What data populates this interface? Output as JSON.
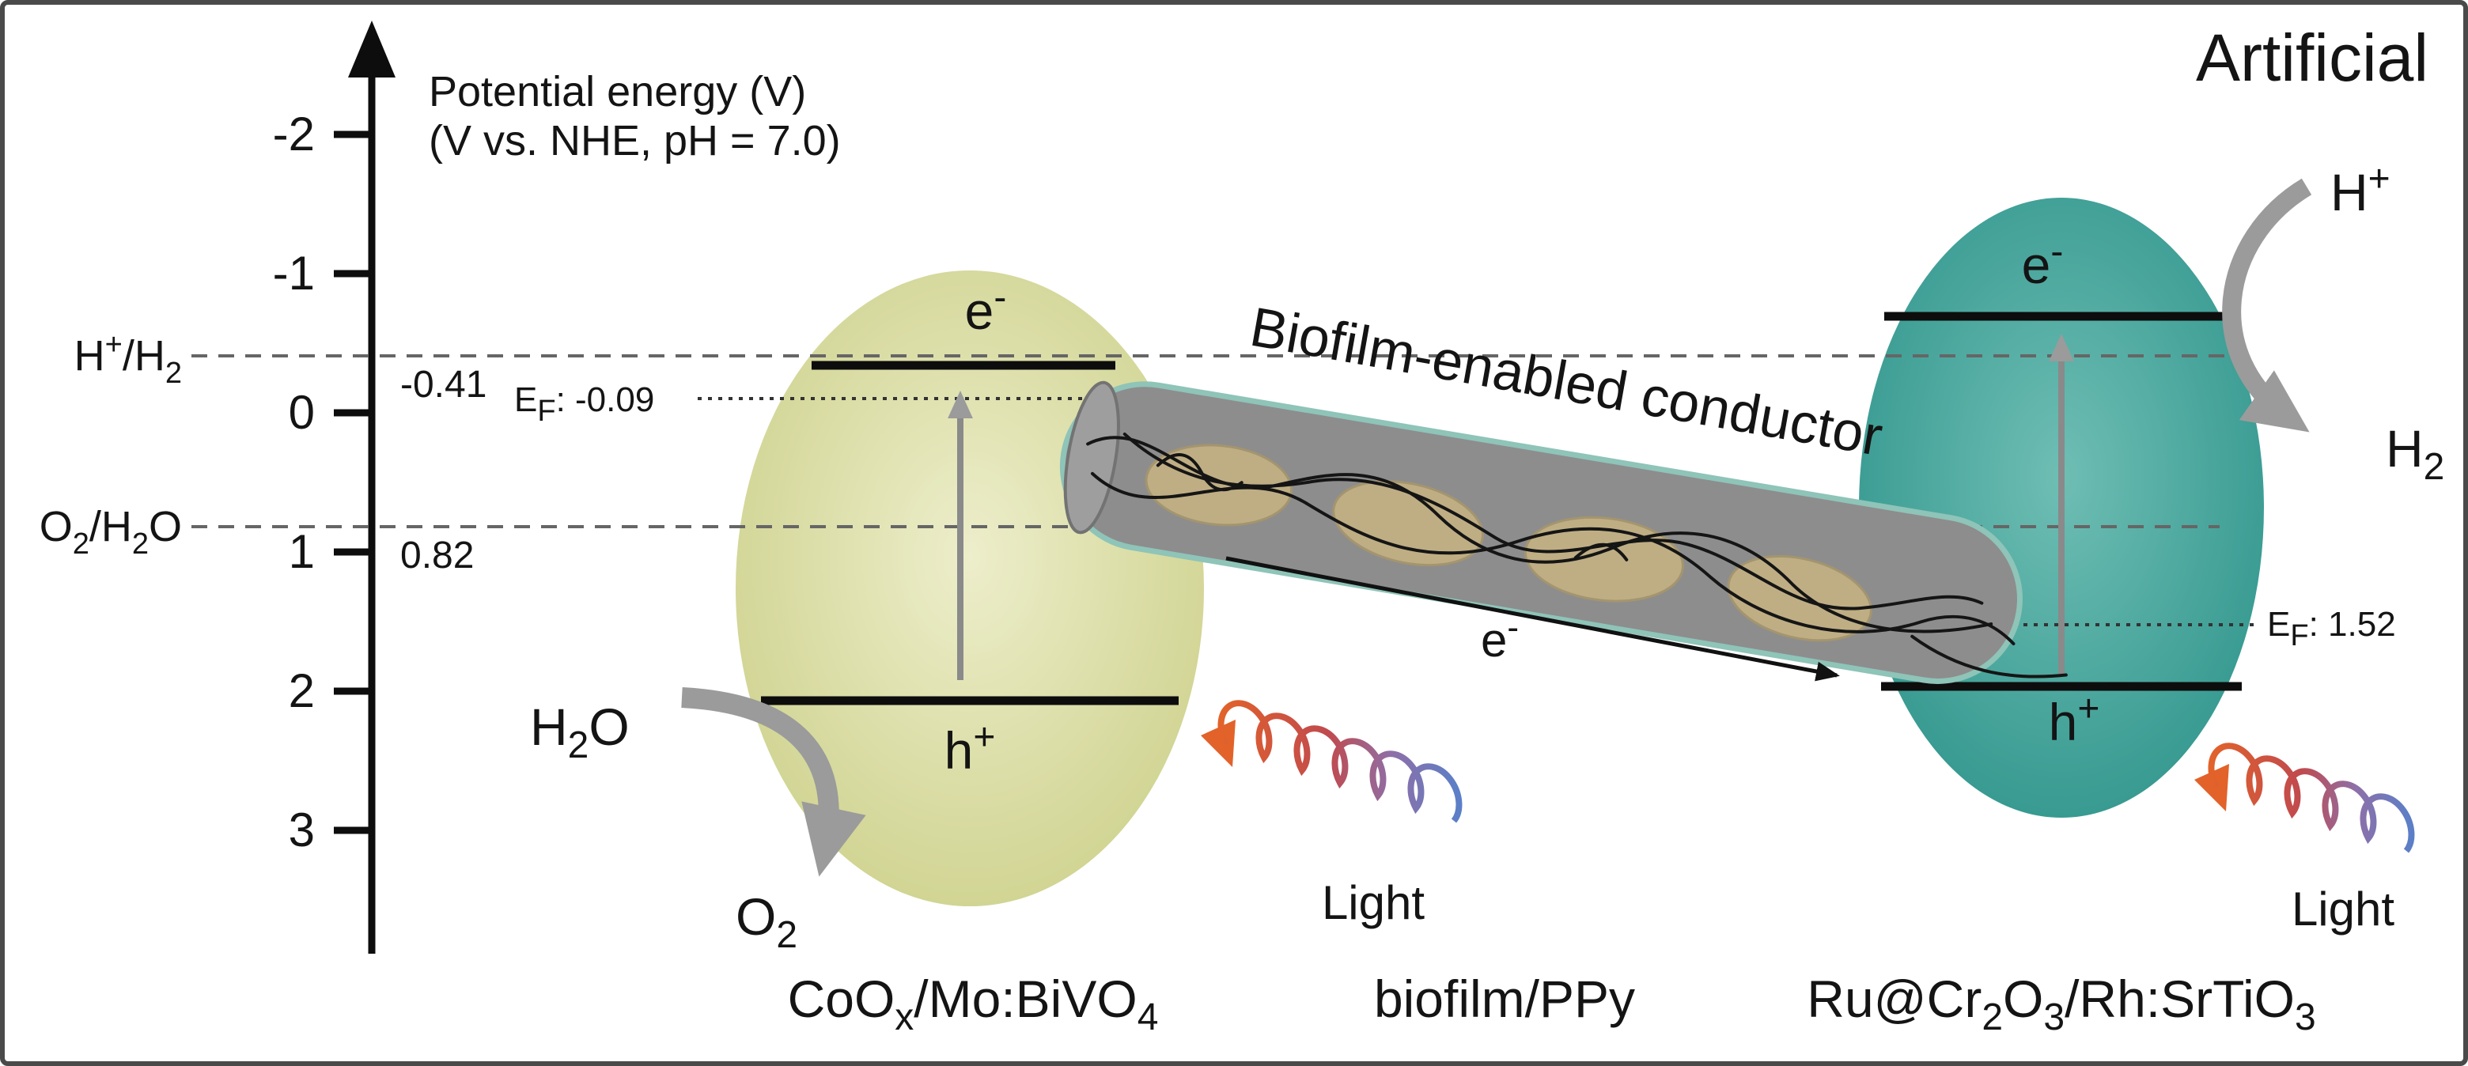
{
  "figure": {
    "title": "Artificial"
  },
  "axis": {
    "title_line1": "Potential energy (V)",
    "title_line2": "(V vs. NHE, pH = 7.0)",
    "ticks": [
      "-2",
      "-1",
      "0",
      "1",
      "2",
      "3"
    ]
  },
  "redox": {
    "h2_couple": {
      "p1": "H",
      "sup": "+",
      "p2": "/H",
      "sub": "2"
    },
    "h2_potential": "-0.41",
    "o2_couple": {
      "p1": "O",
      "s1": "2",
      "p2": "/H",
      "s2": "2",
      "p3": "O"
    },
    "o2_potential": "0.82"
  },
  "left_photocatalyst": {
    "electron_base": "e",
    "electron_sup": "-",
    "hole_base": "h",
    "hole_sup": "+",
    "fermi_e": "E",
    "fermi_sub": "F",
    "fermi_value": ": -0.09",
    "label": {
      "p1": "CoO",
      "s1": "x",
      "p2": "/Mo:BiVO",
      "s2": "4"
    }
  },
  "right_photocatalyst": {
    "electron_base": "e",
    "electron_sup": "-",
    "hole_base": "h",
    "hole_sup": "+",
    "fermi_e": "E",
    "fermi_sub": "F",
    "fermi_value": ": 1.52",
    "label": {
      "p1": "Ru@Cr",
      "s1": "2",
      "p2": "O",
      "s2": "3",
      "p3": "/Rh:SrTiO",
      "s3": "3"
    }
  },
  "conductor": {
    "title": "Biofilm-enabled conductor",
    "label": "biofilm/PPy",
    "electron_base": "e",
    "electron_sup": "-"
  },
  "species": {
    "water_p1": "H",
    "water_s1": "2",
    "water_p2": "O",
    "oxygen_p1": "O",
    "oxygen_s1": "2",
    "proton_p1": "H",
    "proton_sup": "+",
    "hydrogen_p1": "H",
    "hydrogen_s1": "2"
  },
  "light": {
    "label": "Light"
  },
  "colors": {
    "left_ellipse_center": "#edeecb",
    "left_ellipse_edge": "#ccd089",
    "right_ellipse_center": "#6fbeb4",
    "right_ellipse_edge": "#2e948b",
    "tube_fill": "#8d8d8d",
    "tube_outline": "#8fc4b8",
    "biofilm_cell": "#c6b383",
    "arrow_gray": "#9b9b9b",
    "light_start": "#e2622a",
    "light_mid1": "#c04a4e",
    "light_mid2": "#8e6fa8",
    "light_end": "#5b7fc7"
  }
}
